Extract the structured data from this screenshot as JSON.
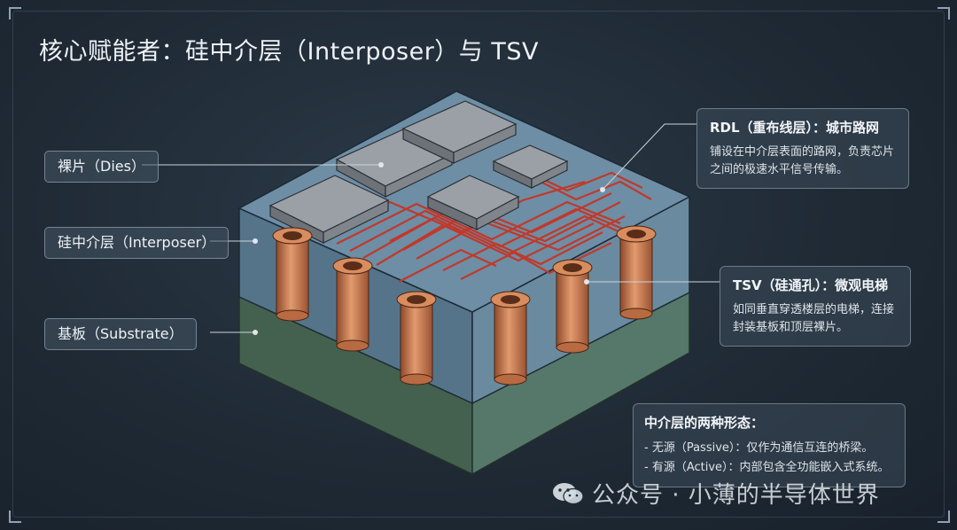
{
  "title": "核心赋能者：硅中介层（Interposer）与 TSV",
  "labels": {
    "dies": "裸片（Dies）",
    "interposer": "硅中介层（Interposer）",
    "substrate": "基板（Substrate）"
  },
  "rdl": {
    "title": "RDL（重布线层）：城市路网",
    "body": "铺设在中介层表面的路网，负责芯片之间的极速水平信号传输。"
  },
  "tsv": {
    "title": "TSV（硅通孔）：微观电梯",
    "body": "如同垂直穿透楼层的电梯，连接封装基板和顶层裸片。"
  },
  "forms": {
    "title": "中介层的两种形态：",
    "passive": "- 无源（Passive）：仅作为通信互连的桥梁。",
    "active": "- 有源（Active）：内部包含全功能嵌入式系统。"
  },
  "watermark": "公众号 · 小薄的半导体世界",
  "colors": {
    "background": "#1f2a35",
    "interposer": "#5f7f97",
    "substrate": "#4f7062",
    "die": "#8a9097",
    "copper": "#c97a52",
    "rdl": "#c0392b"
  }
}
